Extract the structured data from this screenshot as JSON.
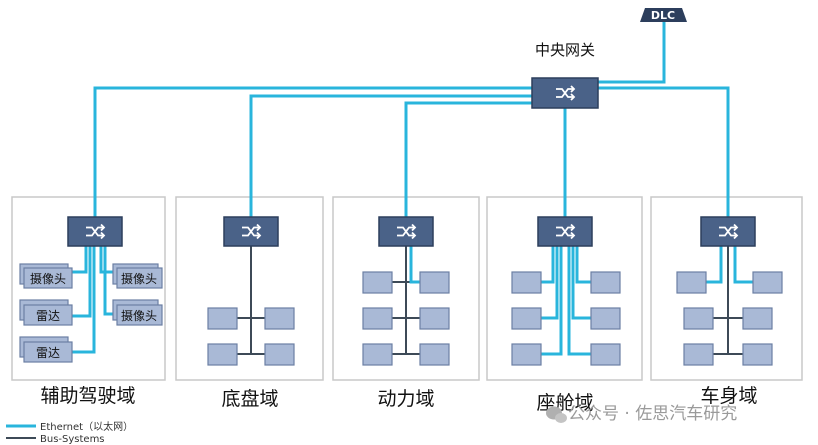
{
  "gateway": {
    "title": "中央网关"
  },
  "dlc": {
    "label": "DLC"
  },
  "domains": [
    {
      "label": "辅助驾驶域"
    },
    {
      "label": "底盘域"
    },
    {
      "label": "动力域"
    },
    {
      "label": "座舱域"
    },
    {
      "label": "车身域"
    }
  ],
  "adas_ecus": [
    "摄像头",
    "雷达",
    "雷达",
    "摄像头",
    "摄像头"
  ],
  "legend": {
    "ethernet": "Ethernet（以太网）",
    "bus": "Bus-Systems"
  },
  "watermark": "公众号 · 佐思汽车研究",
  "colors": {
    "ethernet": "#29b5dc",
    "bus": "#3d4a57",
    "switch": "#4a6288",
    "ecu": "#a9b9d6"
  }
}
